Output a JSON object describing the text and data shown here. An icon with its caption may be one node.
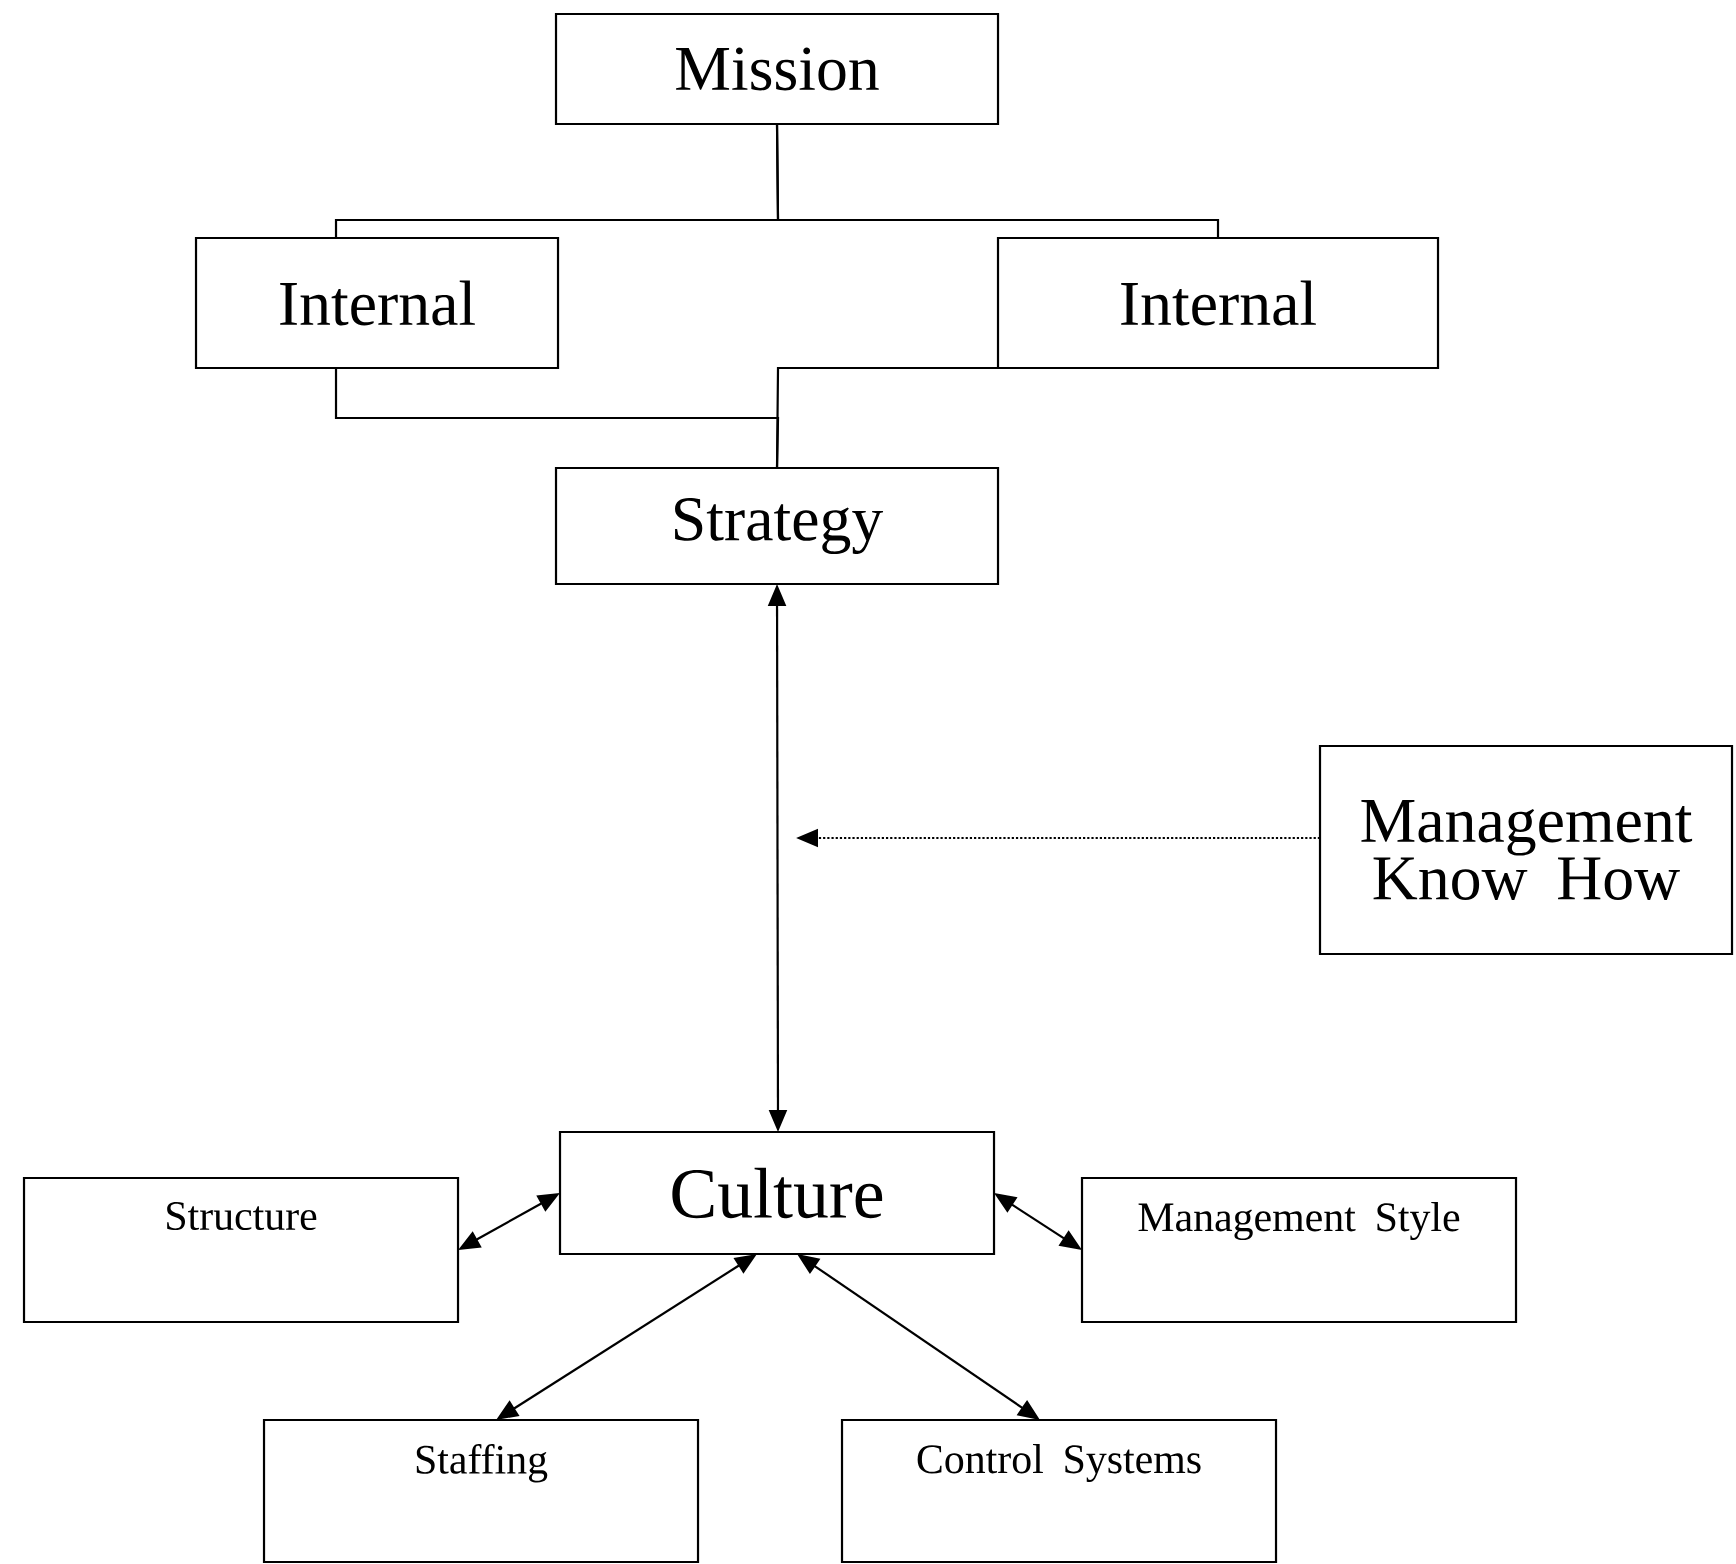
{
  "diagram": {
    "nodes": [
      {
        "text": [
          "Mission"
        ]
      },
      {
        "text": [
          "Internal"
        ]
      },
      {
        "text": [
          "Internal"
        ]
      },
      {
        "text": [
          "Strategy"
        ]
      },
      {
        "text": [
          "Management Know How"
        ]
      },
      {
        "text": [
          "Culture"
        ]
      },
      {
        "text": [
          "Structure"
        ]
      },
      {
        "text": [
          "Management Style"
        ]
      },
      {
        "text": [
          "Staffing"
        ]
      },
      {
        "text": [
          "Control Systems"
        ]
      }
    ],
    "edges": [
      {
        "from": 0,
        "to": 1,
        "arrow": "none"
      },
      {
        "from": 0,
        "to": 2,
        "arrow": "none"
      },
      {
        "from": 1,
        "to": 3,
        "arrow": "none"
      },
      {
        "from": 2,
        "to": 3,
        "arrow": "none"
      },
      {
        "from": 3,
        "to": 5,
        "arrow": "both"
      },
      {
        "from": 4,
        "to": null,
        "arrow": "to",
        "style": "dashed"
      },
      {
        "from": 5,
        "to": 6,
        "arrow": "both"
      },
      {
        "from": 5,
        "to": 7,
        "arrow": "both"
      },
      {
        "from": 5,
        "to": 8,
        "arrow": "both"
      },
      {
        "from": 5,
        "to": 9,
        "arrow": "both"
      }
    ]
  }
}
